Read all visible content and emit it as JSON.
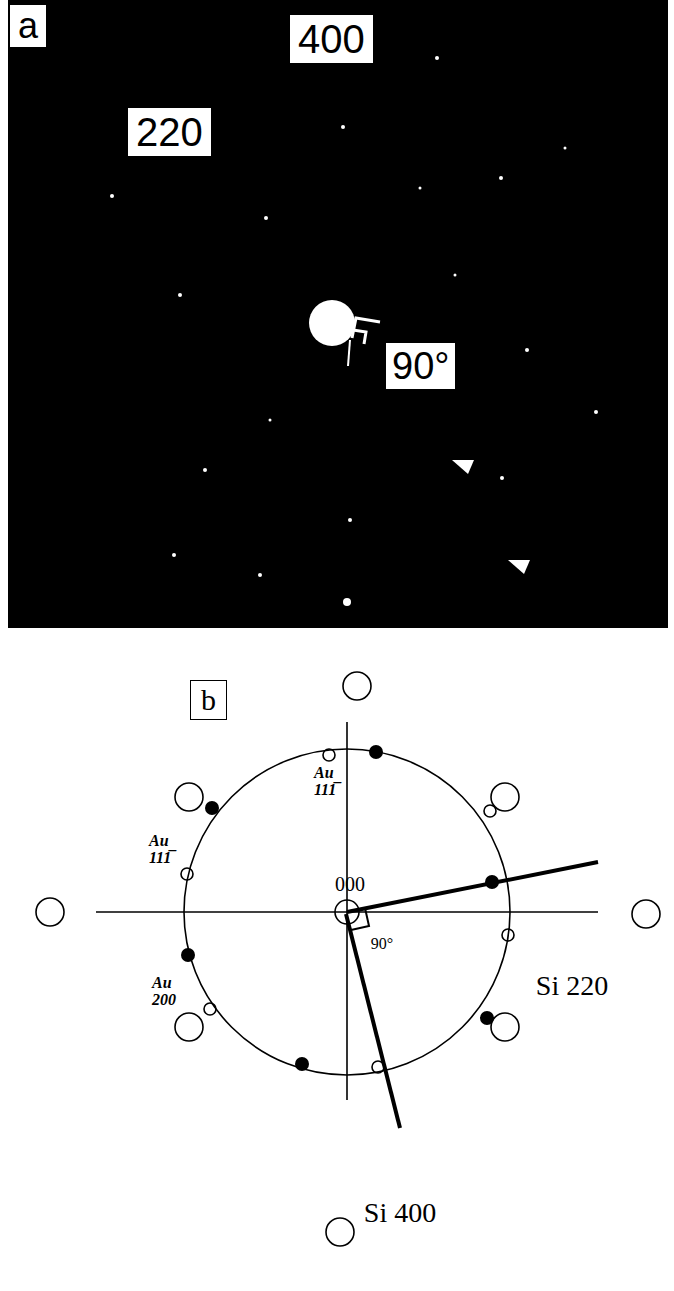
{
  "diagram": {
    "nodes": [
      {
        "text": [
          "a"
        ]
      },
      {
        "text": [
          "400"
        ]
      },
      {
        "text": [
          "220"
        ]
      },
      {
        "text": [
          "90°"
        ]
      },
      {
        "text": [
          "b"
        ]
      }
    ],
    "labels": [
      "Au 111̅",
      "Au 111̅",
      "000",
      "Au 200",
      "90°",
      "Si 220",
      "Si 400"
    ]
  }
}
